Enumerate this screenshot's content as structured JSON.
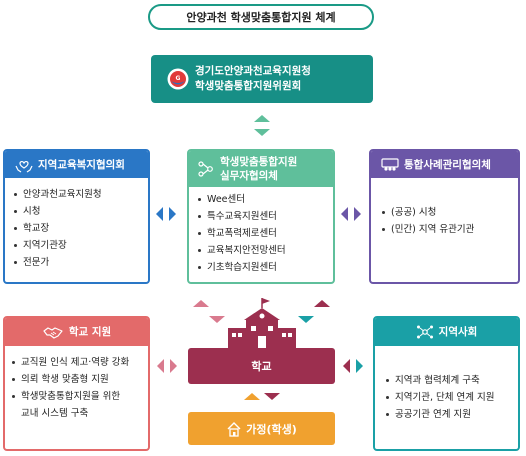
{
  "title": "안양과천 학생맞춤통합지원 체계",
  "committee": {
    "line1": "경기도안양과천교육지원청",
    "line2": "학생맞춤통합지원위원회",
    "logo_icon": "gyeonggi-education-logo"
  },
  "left_card": {
    "title": "지역교육복지협의회",
    "icon": "people-heart-icon",
    "color": "#2a77c6",
    "items": [
      "안양과천교육지원청",
      "시청",
      "학교장",
      "지역기관장",
      "전문가"
    ]
  },
  "mid_card": {
    "title_line1": "학생맞춤통합지원",
    "title_line2": "실무자협의체",
    "icon": "network-people-icon",
    "color": "#5fbf9b",
    "items": [
      "Wee센터",
      "특수교육지원센터",
      "학교폭력제로센터",
      "교육복지안전망센터",
      "기초학습지원센터"
    ]
  },
  "right_card": {
    "title": "통합사례관리협의체",
    "icon": "meeting-people-icon",
    "color": "#6b56a7",
    "items": [
      "(공공) 시청",
      "(민간) 지역 유관기관"
    ]
  },
  "school_support": {
    "title": "학교 지원",
    "icon": "handshake-icon",
    "color": "#e36a6a",
    "items": [
      "교직원 인식 제고·역량 강화",
      "의뢰 학생 맞춤형 지원",
      "학생맞춤통합지원을 위한"
    ],
    "continuation": "교내 시스템 구축"
  },
  "regional": {
    "title": "지역사회",
    "icon": "community-network-icon",
    "color": "#1aa0a6",
    "items": [
      "지역과 협력체계 구축",
      "지역기관, 단체 연계 지원",
      "공공기관 연계 지원"
    ]
  },
  "school": {
    "label": "학교",
    "color": "#9c2f4f"
  },
  "home": {
    "label": "가정(학생)",
    "icon": "house-icon",
    "color": "#f0a12f"
  }
}
